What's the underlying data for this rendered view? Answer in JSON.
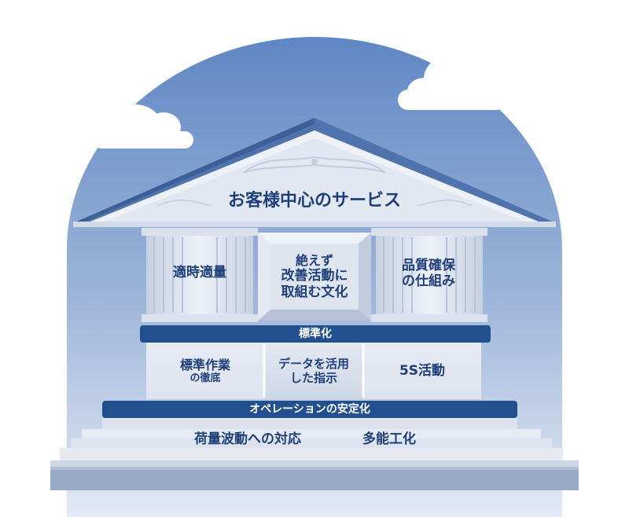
{
  "roof": {
    "title": "お客様中心のサービス"
  },
  "pillars": {
    "left": "適時適量",
    "center": [
      "絶えず",
      "改善活動に",
      "取組む文化"
    ],
    "right": [
      "品質確保",
      "の仕組み"
    ]
  },
  "band_standardization": "標準化",
  "middle": {
    "left": [
      "標準作業",
      "の徹底"
    ],
    "center": [
      "データを活用",
      "した指示"
    ],
    "right": "5S活動"
  },
  "band_operation": "オペレーションの安定化",
  "base": {
    "left": "荷量波動への対応",
    "right": "多能工化"
  },
  "colors": {
    "sky_top": "#5f87c4",
    "sky_bottom": "#dfe7f3",
    "navy": "#22508f",
    "text": "#1f3f7a",
    "column": "#d5dcea"
  }
}
